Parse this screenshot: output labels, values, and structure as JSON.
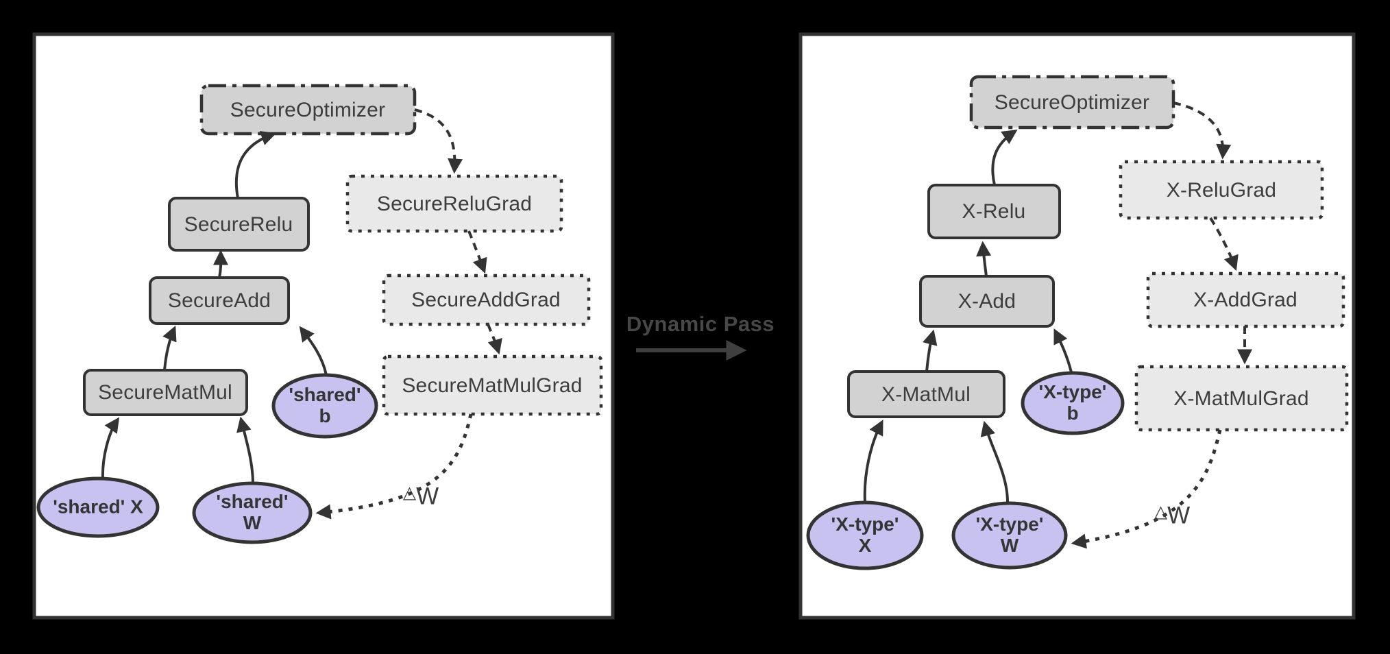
{
  "page": {
    "background": "#000000"
  },
  "colors": {
    "panel_bg": "#ffffff",
    "outline": "#333333",
    "op_fill": "#d2d2d2",
    "grad_fill": "#e9e9e9",
    "var_fill": "#c8c2f0",
    "text": "#3d3d3d"
  },
  "transition": {
    "label": "Dynamic Pass"
  },
  "left_graph": {
    "optimizer_label": "SecureOptimizer",
    "relu_label": "SecureRelu",
    "add_label": "SecureAdd",
    "matmul_label": "SecureMatMul",
    "relu_grad_label": "SecureReluGrad",
    "add_grad_label": "SecureAddGrad",
    "matmul_grad_label": "SecureMatMulGrad",
    "var_b": {
      "line1": "'shared'",
      "line2": "b"
    },
    "var_x": {
      "line1": "'shared' X",
      "line2": ""
    },
    "var_w": {
      "line1": "'shared'",
      "line2": "W"
    },
    "delta_w": {
      "sup": "△",
      "main": "W"
    }
  },
  "right_graph": {
    "optimizer_label": "SecureOptimizer",
    "relu_label": "X-Relu",
    "add_label": "X-Add",
    "matmul_label": "X-MatMul",
    "relu_grad_label": "X-ReluGrad",
    "add_grad_label": "X-AddGrad",
    "matmul_grad_label": "X-MatMulGrad",
    "var_b": {
      "line1": "'X-type'",
      "line2": "b"
    },
    "var_x": {
      "line1": "'X-type'",
      "line2": "X"
    },
    "var_w": {
      "line1": "'X-type'",
      "line2": "W"
    },
    "delta_w": {
      "sup": "△",
      "main": "W"
    }
  }
}
